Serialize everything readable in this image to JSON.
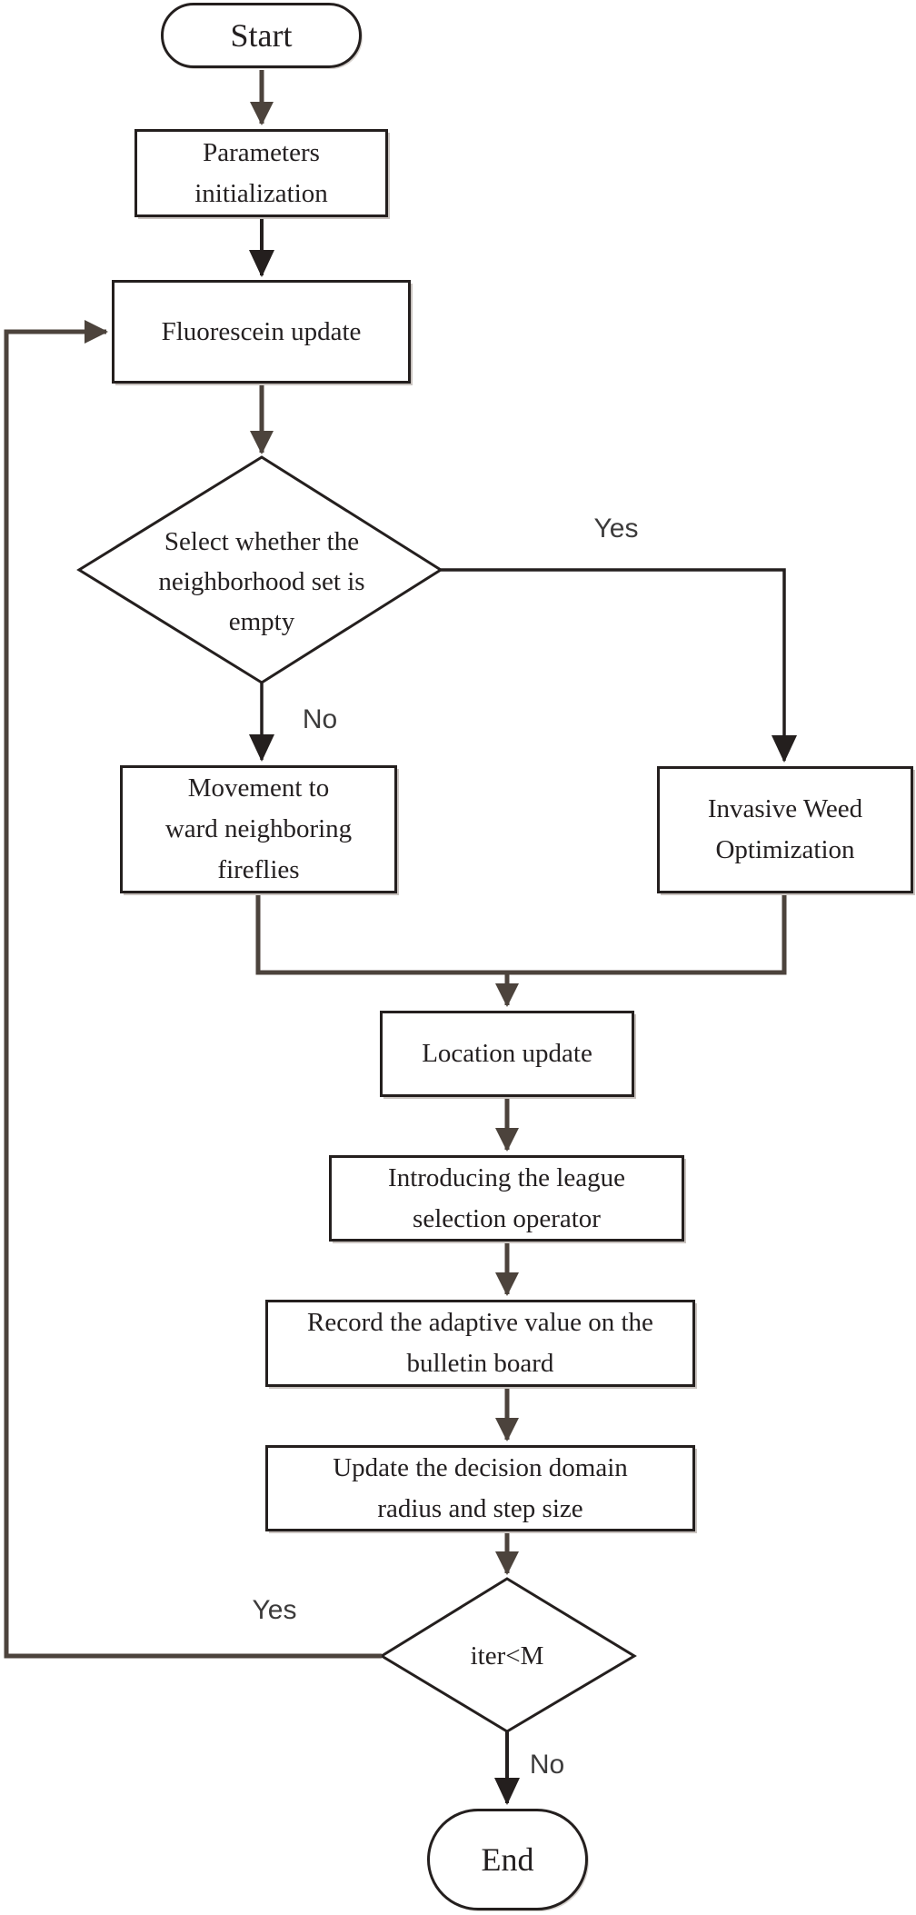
{
  "diagram": {
    "type": "flowchart",
    "colors": {
      "ink": "#241f1e",
      "connector_taupe": "#4c433c",
      "text": "#242021",
      "edge_label_text": "#3c3b3b",
      "background": "#ffffff"
    },
    "nodes": {
      "start": {
        "shape": "terminator",
        "label": "Start"
      },
      "params": {
        "shape": "process",
        "label": [
          "Parameters",
          "initialization"
        ]
      },
      "fluorescein": {
        "shape": "process",
        "label": "Fluorescein update"
      },
      "neighborhood_decision": {
        "shape": "decision",
        "label": [
          "Select whether the",
          "neighborhood set is",
          "empty"
        ]
      },
      "movement": {
        "shape": "process",
        "label": [
          "Movement to",
          "ward neighboring",
          "fireflies"
        ]
      },
      "iwo": {
        "shape": "process",
        "label": [
          "Invasive Weed",
          "Optimization"
        ]
      },
      "location": {
        "shape": "process",
        "label": "Location update"
      },
      "league": {
        "shape": "process",
        "label": [
          "Introducing the league",
          "selection operator"
        ]
      },
      "record": {
        "shape": "process",
        "label": [
          "Record the adaptive value on the",
          "bulletin board"
        ]
      },
      "update_radius": {
        "shape": "process",
        "label": [
          "Update the decision domain",
          "radius and step size"
        ]
      },
      "iter_decision": {
        "shape": "decision",
        "label": "iter<M"
      },
      "end": {
        "shape": "terminator",
        "label": "End"
      }
    },
    "edge_labels": {
      "neighborhood_yes": "Yes",
      "neighborhood_no": "No",
      "iter_yes": "Yes",
      "iter_no": "No"
    }
  }
}
